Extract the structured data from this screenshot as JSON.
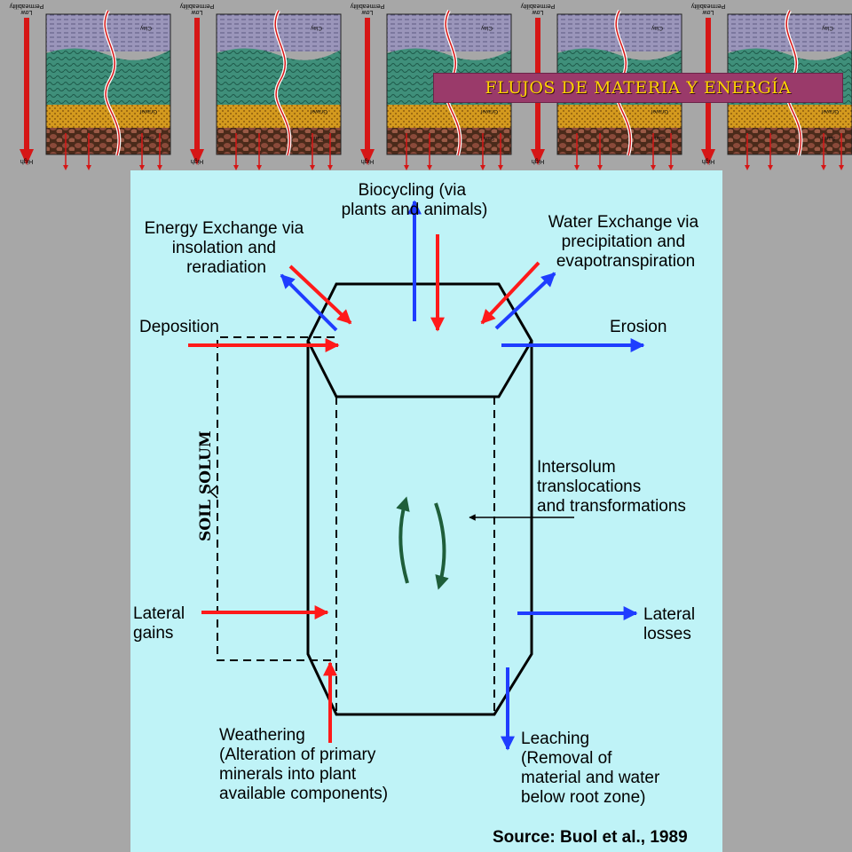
{
  "title": "FLUJOS DE MATERIA Y ENERGÍA",
  "strip": {
    "panel_count": 5,
    "top_label": "Permeability",
    "low_label": "Low",
    "high_label": "High",
    "layer_labels": [
      "Clay",
      "Gravel",
      "Sand"
    ]
  },
  "diagram": {
    "background": "#bff3f7",
    "gain_color": "#ff1a1a",
    "loss_color": "#1f3dff",
    "labels": {
      "biocycling": [
        "Biocycling (via",
        "plants and animals)"
      ],
      "energy": [
        "Energy Exchange via",
        "insolation and",
        "reradiation"
      ],
      "water": [
        "Water Exchange via",
        "precipitation and",
        "evapotranspiration"
      ],
      "deposition": "Deposition",
      "erosion": "Erosion",
      "solum": "SOIL SOLUM",
      "intersolum": [
        "Intersolum",
        "translocations",
        "and transformations"
      ],
      "lateral_gains": [
        "Lateral",
        "gains"
      ],
      "lateral_losses": [
        "Lateral",
        "losses"
      ],
      "weathering": [
        "Weathering",
        "(Alteration of primary",
        "minerals into plant",
        "available components)"
      ],
      "leaching": [
        "Leaching",
        "(Removal of",
        "material and water",
        "below root zone)"
      ],
      "source": "Source: Buol et al., 1989"
    }
  }
}
